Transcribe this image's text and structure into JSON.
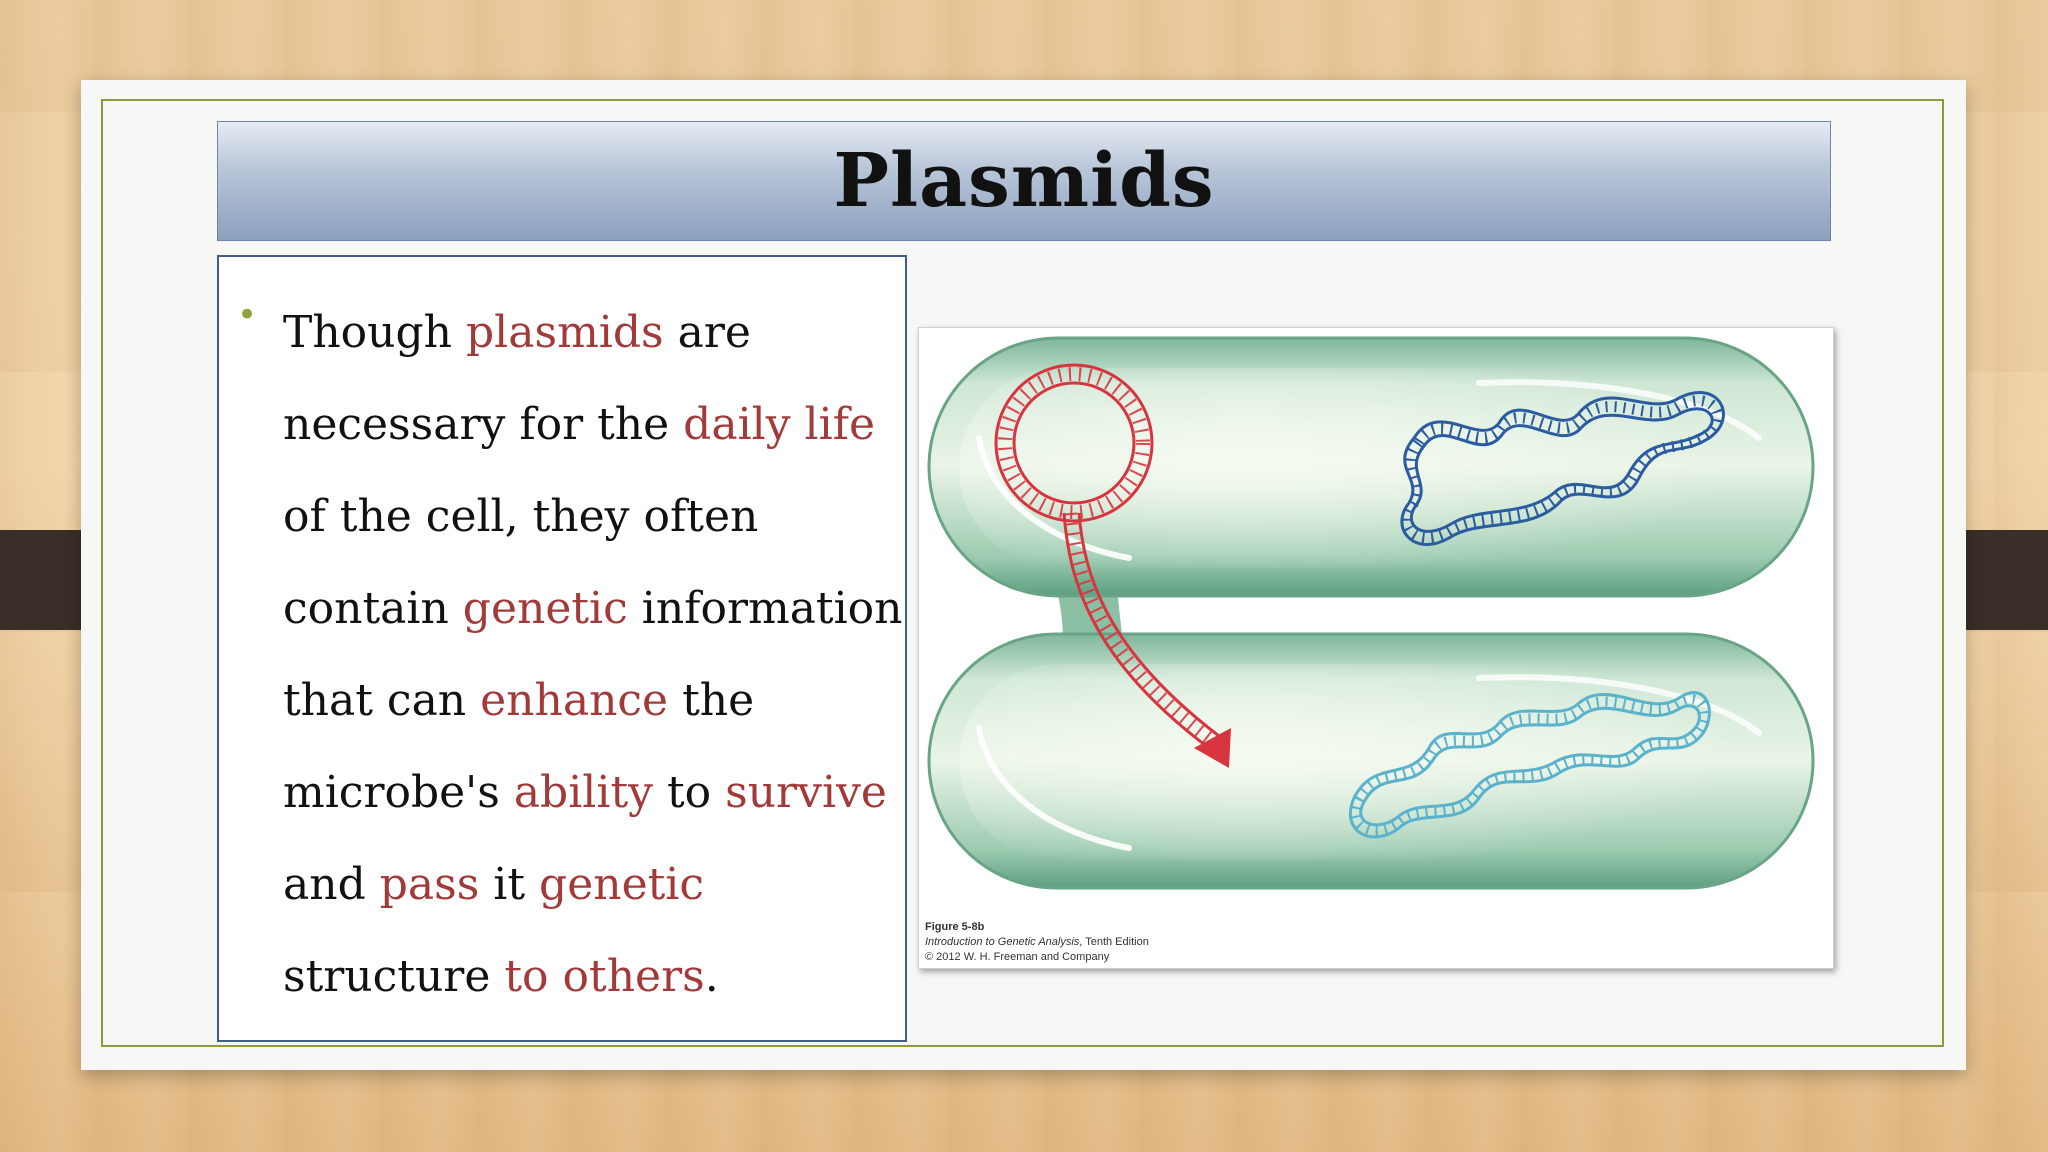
{
  "slide": {
    "title": "Plasmids",
    "bullet": {
      "lines": [
        [
          {
            "t": "Though ",
            "hl": false
          },
          {
            "t": "plasmids",
            "hl": true
          },
          {
            "t": " are",
            "hl": false
          }
        ],
        [
          {
            "t": "necessary for the ",
            "hl": false
          },
          {
            "t": "daily life",
            "hl": true
          }
        ],
        [
          {
            "t": "of  the cell, they often",
            "hl": false
          }
        ],
        [
          {
            "t": "contain ",
            "hl": false
          },
          {
            "t": "genetic",
            "hl": true
          },
          {
            "t": " information",
            "hl": false
          }
        ],
        [
          {
            "t": "that can ",
            "hl": false
          },
          {
            "t": "enhance",
            "hl": true
          },
          {
            "t": " the",
            "hl": false
          }
        ],
        [
          {
            "t": "microbe's ",
            "hl": false
          },
          {
            "t": "ability",
            "hl": true
          },
          {
            "t": " to ",
            "hl": false
          },
          {
            "t": "survive",
            "hl": true
          }
        ],
        [
          {
            "t": "and ",
            "hl": false
          },
          {
            "t": "pass",
            "hl": true
          },
          {
            "t": " it ",
            "hl": false
          },
          {
            "t": "genetic",
            "hl": true
          }
        ],
        [
          {
            "t": "structure ",
            "hl": false
          },
          {
            "t": "to others",
            "hl": true
          },
          {
            "t": ".",
            "hl": false
          }
        ]
      ]
    },
    "figure": {
      "caption_number": "Figure 5-8b",
      "caption_book": "Introduction to Genetic Analysis",
      "caption_edition": ", Tenth Edition",
      "caption_copyright": "© 2012 W. H. Freeman and Company"
    }
  },
  "colors": {
    "highlight": "#a33a3a",
    "bullet": "#8ea43a",
    "frame": "#8a9a3c",
    "cell": "#6fae8f",
    "plasmid": "#d8343f",
    "chromosome_dark": "#2b5ba0",
    "chromosome_light": "#5ab2cc"
  }
}
